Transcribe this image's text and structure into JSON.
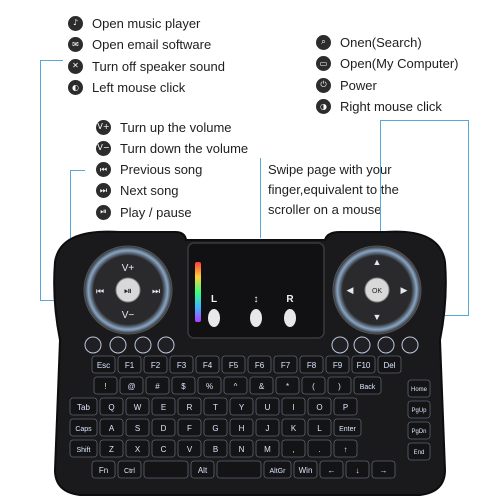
{
  "top_left_legend": [
    {
      "icon": "music-icon",
      "glyph": "♪",
      "label": "Open music player"
    },
    {
      "icon": "email-icon",
      "glyph": "✉",
      "label": "Open email software"
    },
    {
      "icon": "mute-icon",
      "glyph": "✕",
      "label": "Turn off speaker sound"
    },
    {
      "icon": "mouse-left-icon",
      "glyph": "◐",
      "label": "Left mouse click"
    }
  ],
  "top_right_legend": [
    {
      "icon": "search-icon",
      "glyph": "⌕",
      "label": "Onen(Search)"
    },
    {
      "icon": "computer-icon",
      "glyph": "▭",
      "label": "Open(My Computer)"
    },
    {
      "icon": "power-icon",
      "glyph": "⏻",
      "label": "Power"
    },
    {
      "icon": "mouse-right-icon",
      "glyph": "◑",
      "label": "Right mouse click"
    }
  ],
  "media_legend": [
    {
      "icon": "volume-up-icon",
      "glyph": "V+",
      "label": "Turn up the volume"
    },
    {
      "icon": "volume-down-icon",
      "glyph": "V−",
      "label": "Turn down the volume"
    },
    {
      "icon": "previous-icon",
      "glyph": "⏮",
      "label": "Previous song"
    },
    {
      "icon": "next-icon",
      "glyph": "⏭",
      "label": "Next song"
    },
    {
      "icon": "play-pause-icon",
      "glyph": "⏯",
      "label": "Play / pause"
    }
  ],
  "swipe_note": "Swipe page with your finger,equivalent to the scroller on a mouse",
  "touchpad": {
    "left_label": "L",
    "scroll_label": "↕",
    "right_label": "R"
  },
  "dpad": {
    "volume_up": "V+",
    "volume_down": "V−",
    "center": "OK"
  },
  "keyboard_rows": [
    [
      "Esc",
      "F1",
      "F2",
      "F3",
      "F4",
      "F5",
      "F6",
      "F7",
      "F8",
      "F9",
      "F10",
      "Del"
    ],
    [
      "!",
      "@",
      "#",
      "$",
      "%",
      "^",
      "&",
      "*",
      "(",
      ")",
      "Back"
    ],
    [
      "Tab",
      "Q",
      "W",
      "E",
      "R",
      "T",
      "Y",
      "U",
      "I",
      "O",
      "P"
    ],
    [
      "Caps",
      "A",
      "S",
      "D",
      "F",
      "G",
      "H",
      "J",
      "K",
      "L",
      "Enter"
    ],
    [
      "Shift",
      "Z",
      "X",
      "C",
      "V",
      "B",
      "N",
      "M",
      ",",
      ".",
      "↑"
    ],
    [
      "Fn",
      "Ctrl",
      "",
      "Alt",
      "",
      "AltGr",
      "Win",
      "←",
      "↓",
      "→"
    ]
  ],
  "side_keys": [
    "Home",
    "PgUp",
    "PgDn",
    "End"
  ],
  "colors": {
    "accent": "#5aa6d8",
    "device": "#1a1a1c",
    "key_glow": "#d9e6ff"
  }
}
